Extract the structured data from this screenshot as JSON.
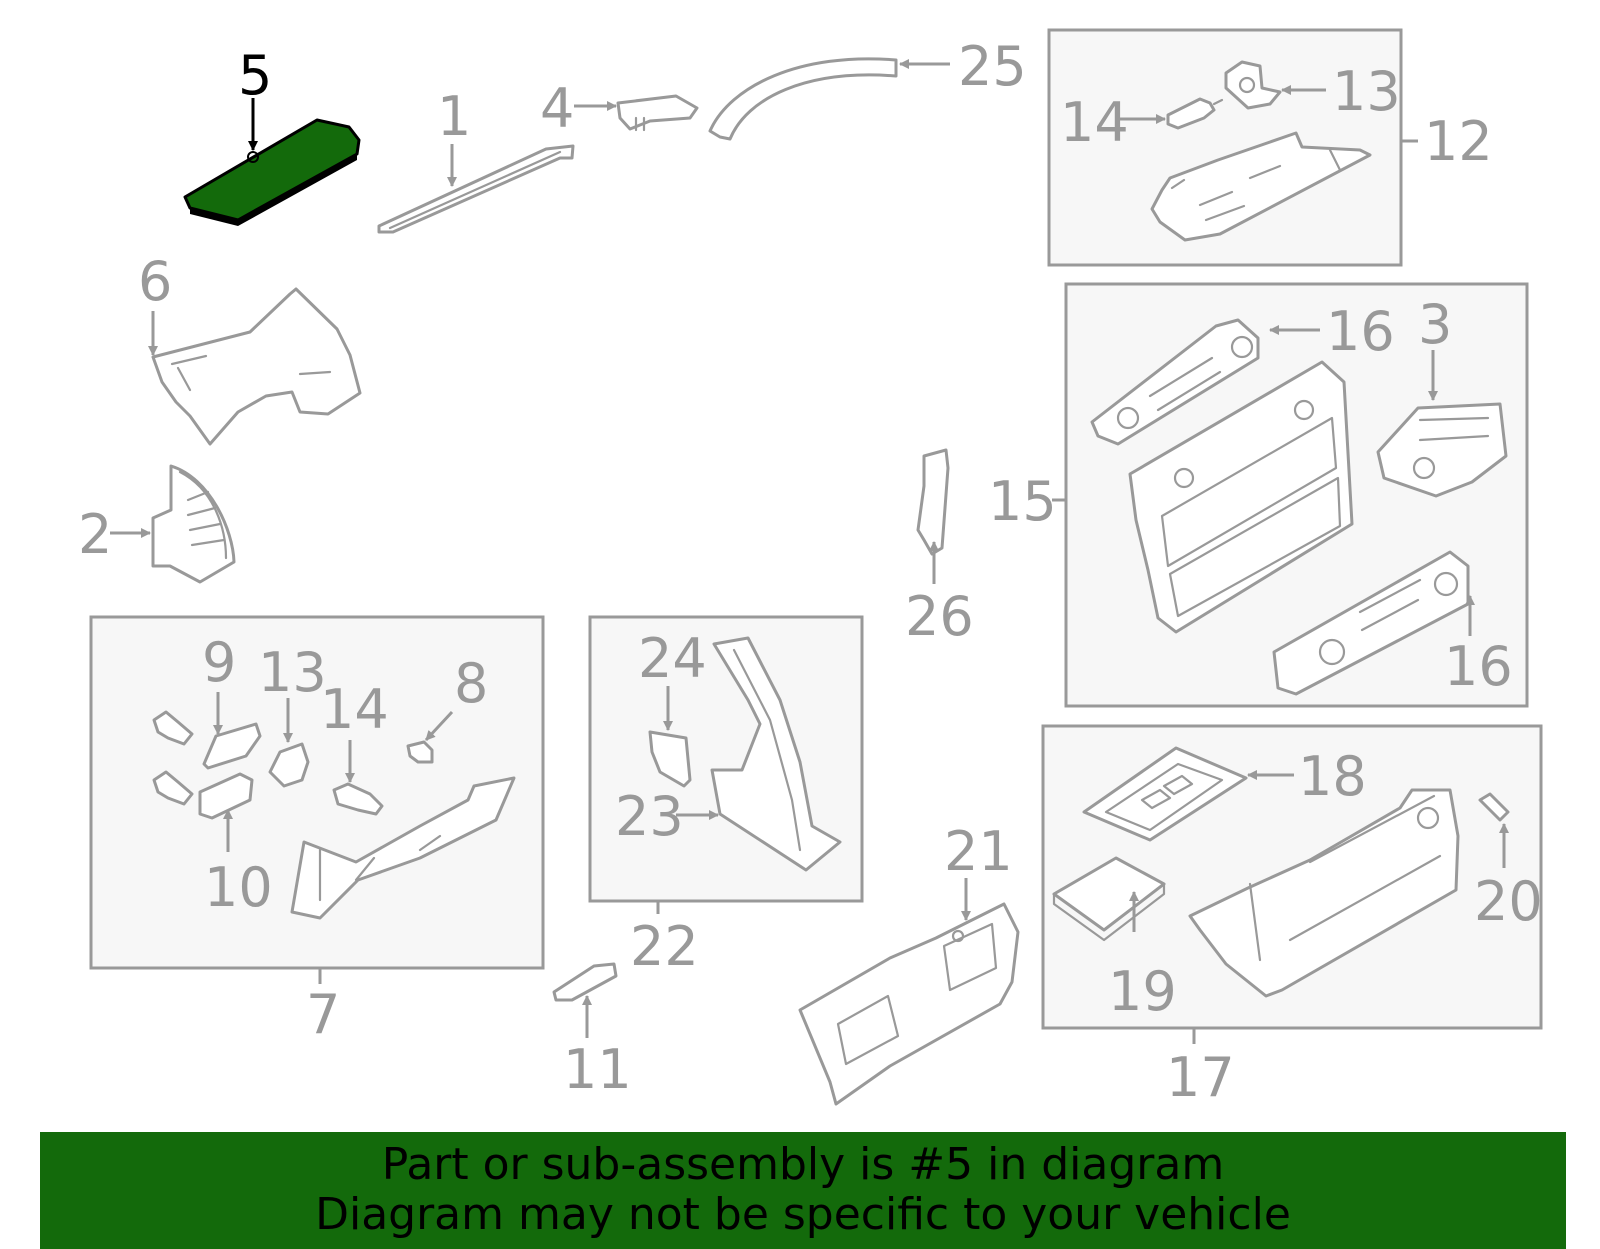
{
  "highlight_color": "#136a0b",
  "line_color": "#999999",
  "callouts": {
    "c1": "1",
    "c2": "2",
    "c3": "3",
    "c4": "4",
    "c5": "5",
    "c6": "6",
    "c7": "7",
    "c8": "8",
    "c9": "9",
    "c10": "10",
    "c11": "11",
    "c12": "12",
    "c13a": "13",
    "c13b": "13",
    "c14a": "14",
    "c14b": "14",
    "c15": "15",
    "c16a": "16",
    "c16b": "16",
    "c17": "17",
    "c18": "18",
    "c19": "19",
    "c20": "20",
    "c21": "21",
    "c22": "22",
    "c23": "23",
    "c24": "24",
    "c25": "25",
    "c26": "26"
  },
  "banner": {
    "line1": "Part or sub-assembly is #5 in diagram",
    "line2": "Diagram may not be specific to your vehicle"
  }
}
